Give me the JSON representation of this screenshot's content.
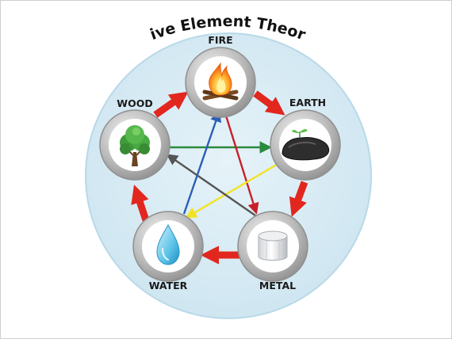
{
  "title": "Five Element Theory",
  "elements": {
    "fire": {
      "label": "FIRE"
    },
    "earth": {
      "label": "EARTH"
    },
    "metal": {
      "label": "METAL"
    },
    "water": {
      "label": "WATER"
    },
    "wood": {
      "label": "WOOD"
    }
  },
  "colors": {
    "background_disc": "#d6eaf3",
    "generating_cycle": "#e2271f",
    "wood_to_earth": "#2b8a3e",
    "fire_to_metal": "#c8202a",
    "earth_to_water": "#f2e321",
    "metal_to_wood": "#555555",
    "water_to_fire": "#2c5fb5"
  },
  "icons": {
    "fire": "campfire-icon",
    "earth": "coal-rock-icon",
    "metal": "metal-ingot-icon",
    "water": "water-drop-icon",
    "wood": "tree-icon"
  }
}
